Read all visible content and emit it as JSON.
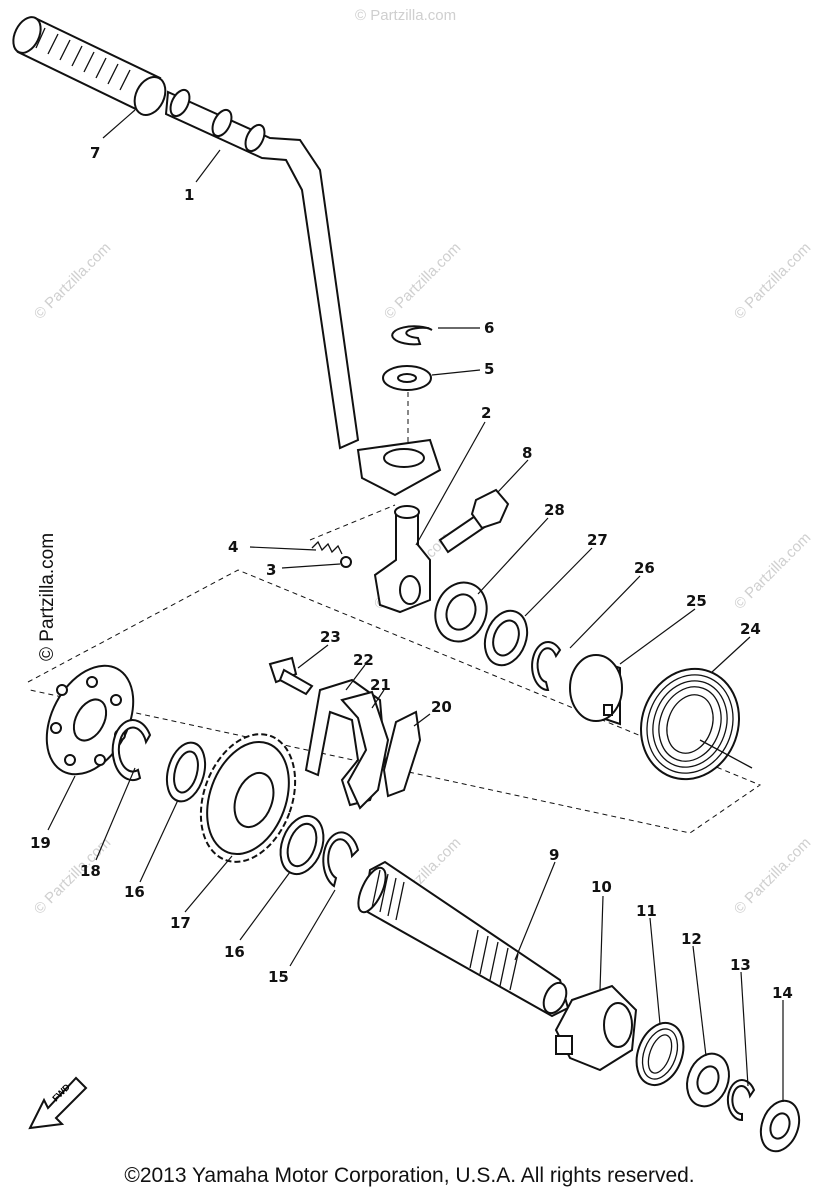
{
  "watermark": "© Partzilla.com",
  "side_watermark": "© Partzilla.com",
  "copyright": "©2013 Yamaha Motor Corporation, U.S.A. All rights reserved.",
  "fwd_label": "FWD",
  "callouts": [
    "1",
    "2",
    "3",
    "4",
    "5",
    "6",
    "7",
    "8",
    "9",
    "10",
    "11",
    "12",
    "13",
    "14",
    "15",
    "16",
    "16",
    "17",
    "18",
    "19",
    "20",
    "21",
    "22",
    "23",
    "24",
    "25",
    "26",
    "27",
    "28"
  ]
}
